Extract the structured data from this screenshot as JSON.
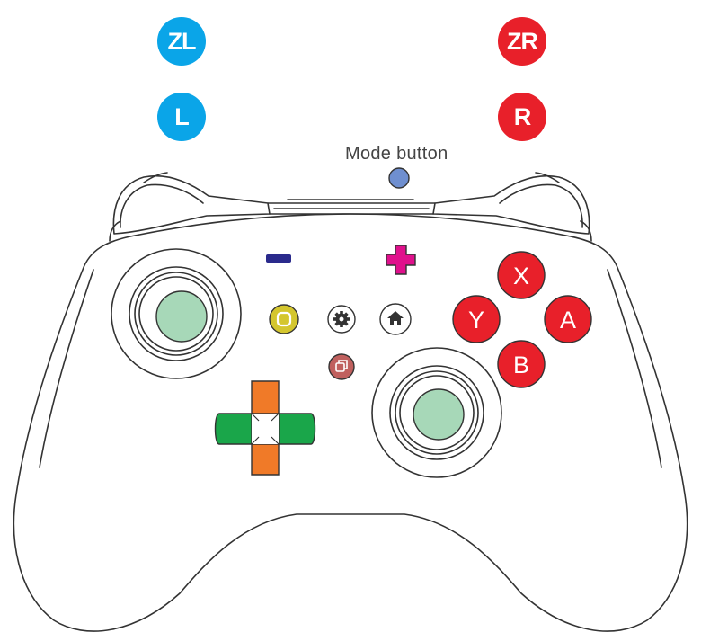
{
  "shoulder_buttons": {
    "zl": "ZL",
    "l": "L",
    "zr": "ZR",
    "r": "R"
  },
  "mode_button": {
    "label": "Mode button"
  },
  "face_buttons": {
    "x": "X",
    "y": "Y",
    "a": "A",
    "b": "B"
  },
  "colors": {
    "left_shoulder": "#0aa5e8",
    "right_shoulder": "#e8202a",
    "face_buttons": "#e8202a",
    "mode_button": "#6f8fd0",
    "minus_button": "#2a2a8c",
    "plus_button": "#e0108c",
    "screenshot_button": "#d4c62e",
    "home_turbo_button": "#c0605e",
    "thumbstick_cap": "#a7d8b8",
    "dpad_vertical": "#f07a28",
    "dpad_horizontal": "#1aa64a",
    "outline": "#333333"
  },
  "icons": {
    "minus": "minus-icon",
    "plus": "plus-icon",
    "capture": "capture-icon",
    "settings": "gear-icon",
    "home": "home-icon",
    "turbo": "copy-icon"
  }
}
